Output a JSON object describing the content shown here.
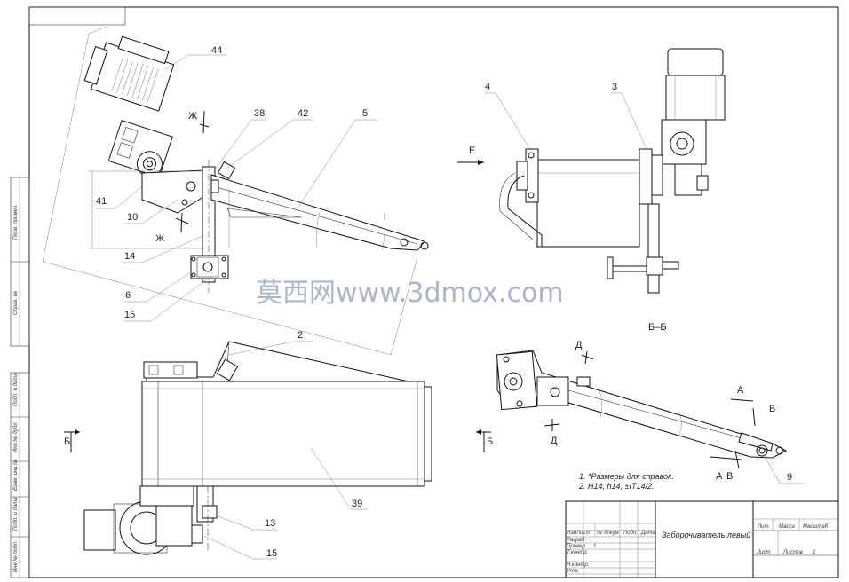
{
  "drawing": {
    "title": "Заборочиватель левый",
    "notes": [
      "1.   *Размеры для справок.",
      "2.   H14, h14, ±IT14/2."
    ],
    "section_labels": {
      "view_e": "Е",
      "section_bb": "Б–Б",
      "cut_b_left": "Б",
      "cut_b_right": "Б",
      "cut_zh_top": "Ж",
      "cut_zh_bottom": "Ж",
      "view_d_top": "Д",
      "view_d_bottom": "Д",
      "view_a_top": "А",
      "view_a_bottom": "А",
      "view_v_top": "В",
      "view_v_bottom": "В"
    },
    "callouts": [
      "44",
      "38",
      "42",
      "5",
      "41",
      "10",
      "14",
      "6",
      "15",
      "4",
      "3",
      "2",
      "39",
      "13",
      "15",
      "9"
    ],
    "watermark": "莫西网www.3dmox.com"
  },
  "title_block": {
    "col_headers": [
      "Изм",
      "Лист",
      "№ докум.",
      "Подп.",
      "Дата"
    ],
    "rows": [
      "Разраб.",
      "Провер.",
      "Т.контр.",
      "Н.контр.",
      "Утв."
    ],
    "stage_headers": [
      "Лит.",
      "Масса",
      "Масштаб"
    ],
    "sheet_label": "Лист",
    "sheets_label": "Листов",
    "sheets_value": "1",
    "scale_mark": "1"
  },
  "side_stamps": [
    "Перв. примен.",
    "Справ. №",
    "Подп. и дата",
    "Инв.№ дубл.",
    "Взам. инв.№",
    "Подп. и дата",
    "Инв.№ подл."
  ]
}
